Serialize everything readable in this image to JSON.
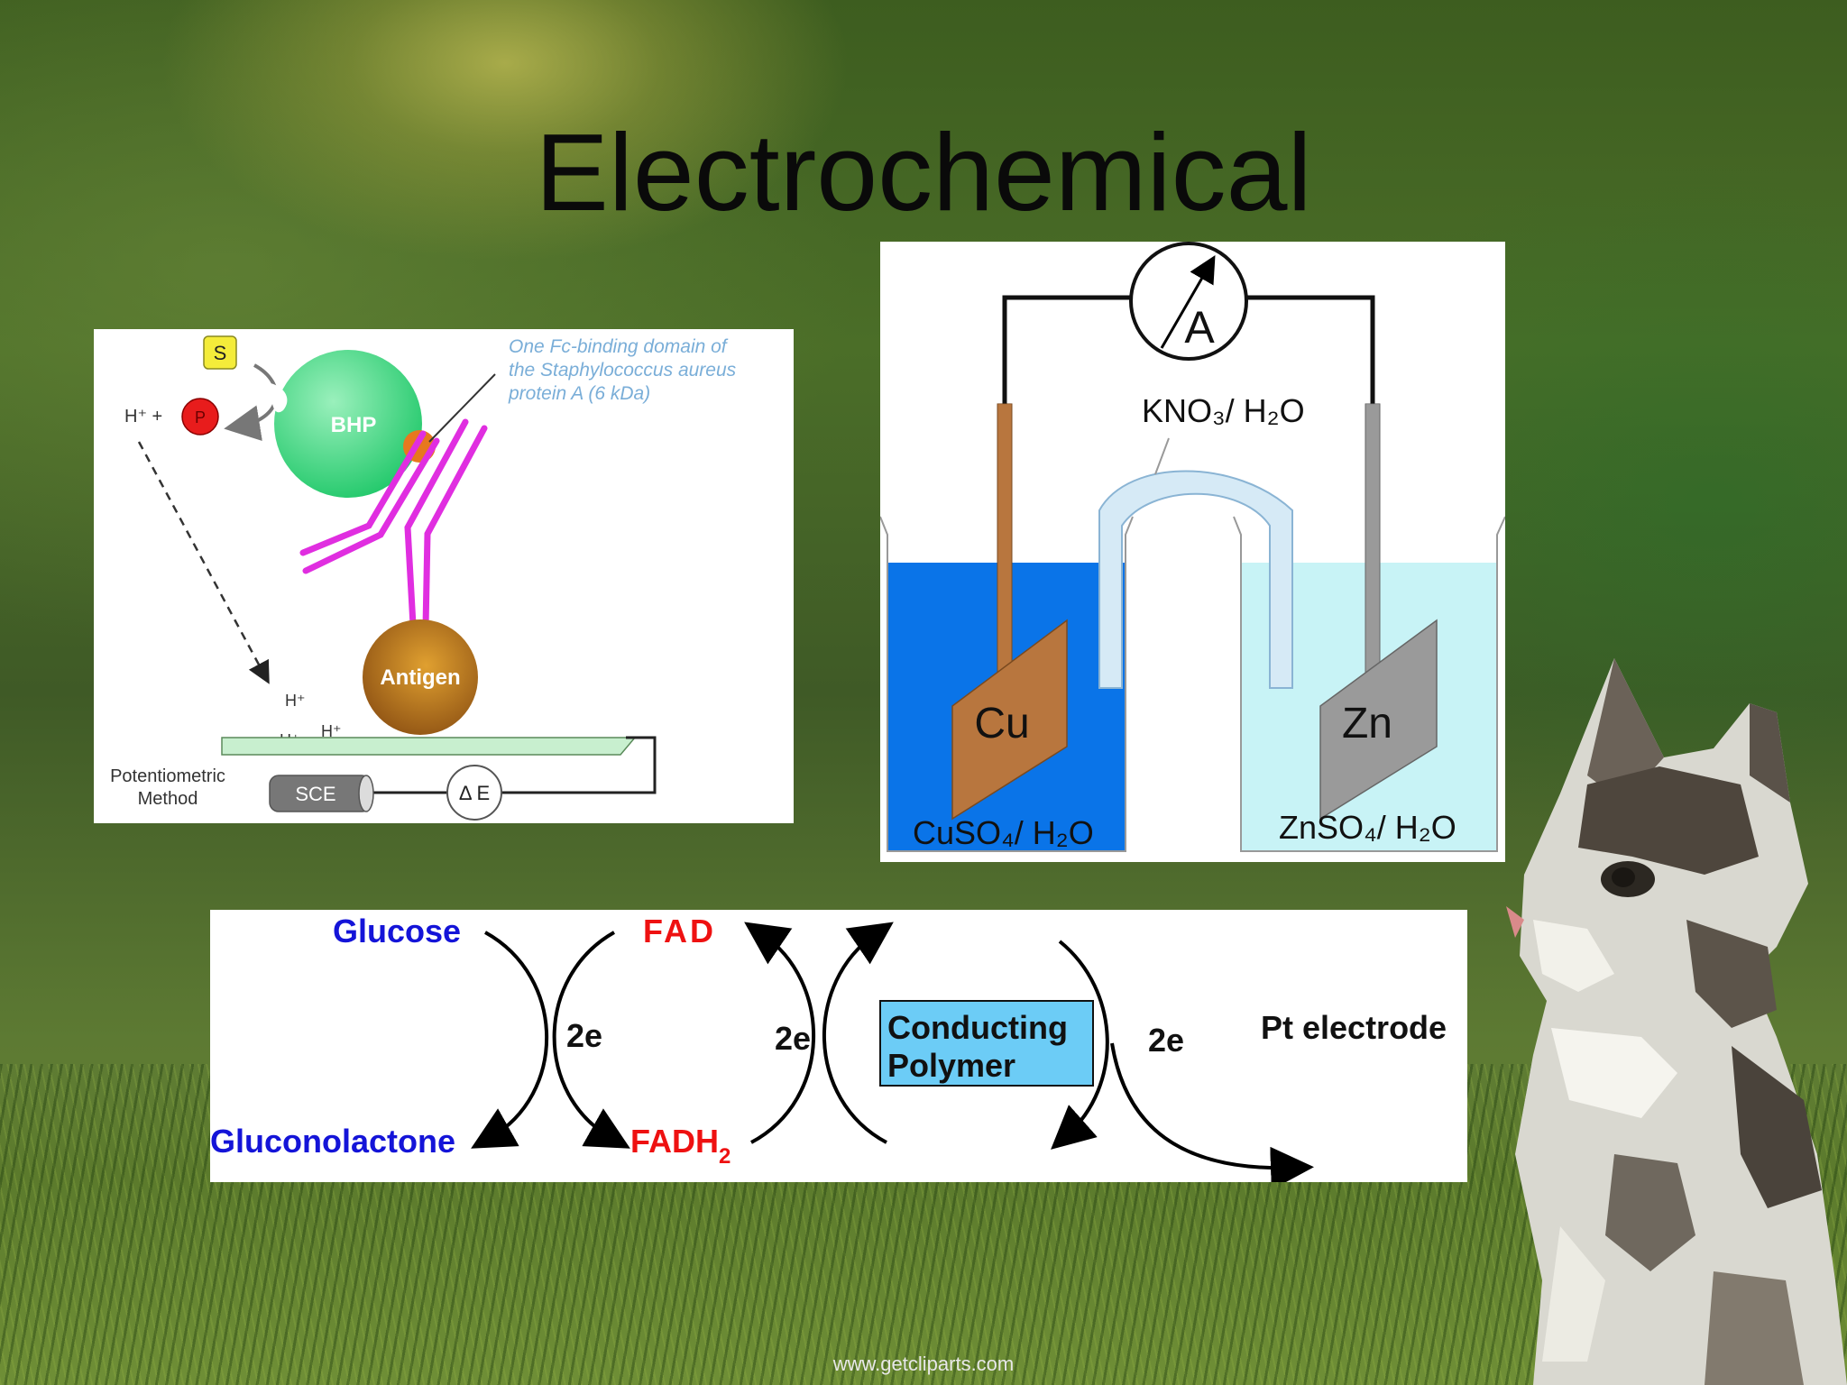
{
  "slide": {
    "title": "Electrochemical",
    "credit": "www.getcliparts.com"
  },
  "immuno": {
    "substrate": "S",
    "proton_left": "H⁺ +",
    "product": "P",
    "enzyme": "BHP",
    "annotation_line1": "One Fc-binding domain of",
    "annotation_line2": "the Staphylococcus aureus",
    "annotation_line3": "protein A (6 kDa)",
    "antigen": "Antigen",
    "h1": "H⁺",
    "h2": "H⁺",
    "h3": "H⁺",
    "method_line1": "Potentiometric",
    "method_line2": "Method",
    "sce": "SCE",
    "delta_e": "Δ E"
  },
  "cell": {
    "meter": "A",
    "bridge_label": "KNO₃/ H₂O",
    "cathode": "Cu",
    "anode": "Zn",
    "left_solution": "CuSO₄/ H₂O",
    "right_solution": "ZnSO₄/ H₂O",
    "colors": {
      "cu": "#b8763e",
      "zn": "#9a9a9a",
      "cuso4": "#0a74e8",
      "znso4": "#c8f3f6"
    }
  },
  "biosensor": {
    "glucose": "Glucose",
    "gluconolactone": "Gluconolactone",
    "fad": "FAD",
    "fadh2": "FADH",
    "fadh2_sub": "2",
    "e1": "2e",
    "e2": "2e",
    "e3": "2e",
    "polymer_line1": "Conducting",
    "polymer_line2": "Polymer",
    "pt": "Pt electrode",
    "colors": {
      "blue": "#1414d8",
      "red": "#ee1111",
      "polymer_box": "#6cccf6"
    }
  }
}
